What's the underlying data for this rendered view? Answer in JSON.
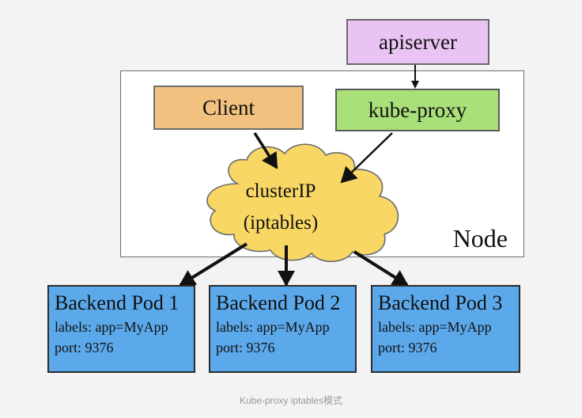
{
  "diagram": {
    "apiserver": "apiserver",
    "client": "Client",
    "kube_proxy": "kube-proxy",
    "cluster_ip_line1": "clusterIP",
    "cluster_ip_line2": "(iptables)",
    "node_label": "Node",
    "pods": [
      {
        "title": "Backend Pod 1",
        "labels": "labels: app=MyApp",
        "port": "port: 9376"
      },
      {
        "title": "Backend Pod 2",
        "labels": "labels: app=MyApp",
        "port": "port: 9376"
      },
      {
        "title": "Backend Pod 3",
        "labels": "labels: app=MyApp",
        "port": "port: 9376"
      }
    ],
    "caption": "Kube-proxy iptables模式"
  },
  "colors": {
    "apiserver_fill": "#e9c4f3",
    "client_fill": "#f0c17f",
    "kube_proxy_fill": "#a9e079",
    "cluster_ip_fill": "#f8d765",
    "pod_fill": "#5ba9ea"
  }
}
